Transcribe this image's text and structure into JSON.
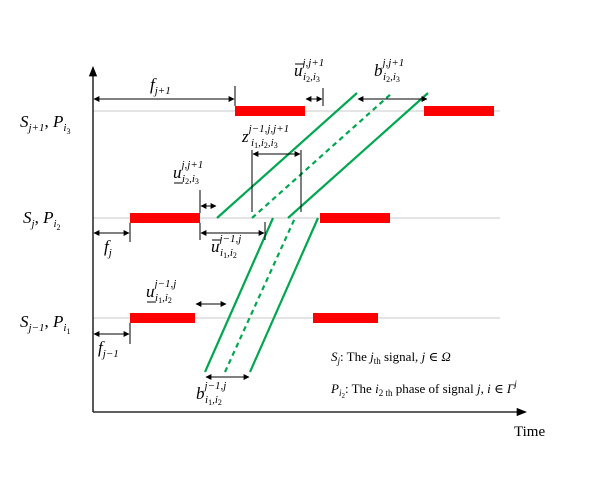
{
  "colors": {
    "signal_red": "#ff0000",
    "flow_green": "#00a650",
    "axis": "#000000",
    "guide": "#c8c8c8"
  },
  "axis": {
    "x_label": "Time"
  },
  "rows": {
    "top": {
      "s": "S",
      "s_sub": "j+1",
      "p": "P",
      "p_sub": "i",
      "p_subsub": "3"
    },
    "middle": {
      "s": "S",
      "s_sub": "j",
      "p": "P",
      "p_sub": "i",
      "p_subsub": "2"
    },
    "bottom": {
      "s": "S",
      "s_sub": "j−1",
      "p": "P",
      "p_sub": "i",
      "p_subsub": "1"
    }
  },
  "offsets": {
    "top": {
      "base": "f",
      "sub": "j+1"
    },
    "middle": {
      "base": "f",
      "sub": "j"
    },
    "bottom": {
      "base": "f",
      "sub": "j−1"
    }
  },
  "annotations": {
    "u_bar_top": {
      "base": "u",
      "sup": "j,j+1",
      "sub": "i",
      "subsub_1": "2",
      "sep": ",i",
      "subsub_2": "3"
    },
    "b_top": {
      "base": "b",
      "sup": "j,j+1",
      "sub": "i",
      "subsub_1": "2",
      "sep": ",i",
      "subsub_2": "3"
    },
    "z_mid": {
      "base": "z",
      "sup": "j−1,j,j+1",
      "sub": "i",
      "subsub_1": "1",
      "sep1": ",i",
      "subsub_2": "2",
      "sep2": ",i",
      "subsub_3": "3"
    },
    "u_under_mid": {
      "base": "u",
      "sup": "j,j+1",
      "sub": "i",
      "subsub_1": "2",
      "sep": ",i",
      "subsub_2": "3"
    },
    "u_bar_mid": {
      "base": "u",
      "sup": "j−1,j",
      "sub": "i",
      "subsub_1": "1",
      "sep": ",i",
      "subsub_2": "2"
    },
    "u_under_bottom": {
      "base": "u",
      "sup": "j−1,j",
      "sub": "i",
      "subsub_1": "1",
      "sep": ",i",
      "subsub_2": "2"
    },
    "b_bottom": {
      "base": "b",
      "sup": "j−1,j",
      "sub": "i",
      "subsub_1": "1",
      "sep": ",i",
      "subsub_2": "2"
    }
  },
  "legend": {
    "line1": {
      "sym": "S",
      "sym_sub": "j",
      "text_a": ": The ",
      "ord": "j",
      "ord_sub": "th",
      "text_b": " signal, ",
      "var": "j",
      "rel": " ∈ ",
      "set": "Ω"
    },
    "line2": {
      "sym": "P",
      "sym_sub": "i",
      "sym_subsub": "2",
      "text_a": ": The ",
      "ord": "i",
      "ord_sub": "2 th",
      "text_b": " phase of signal ",
      "var1": "j",
      "comma": ", ",
      "var2": "i",
      "rel": " ∈ ",
      "set": "Γ",
      "set_sup": "j"
    }
  }
}
